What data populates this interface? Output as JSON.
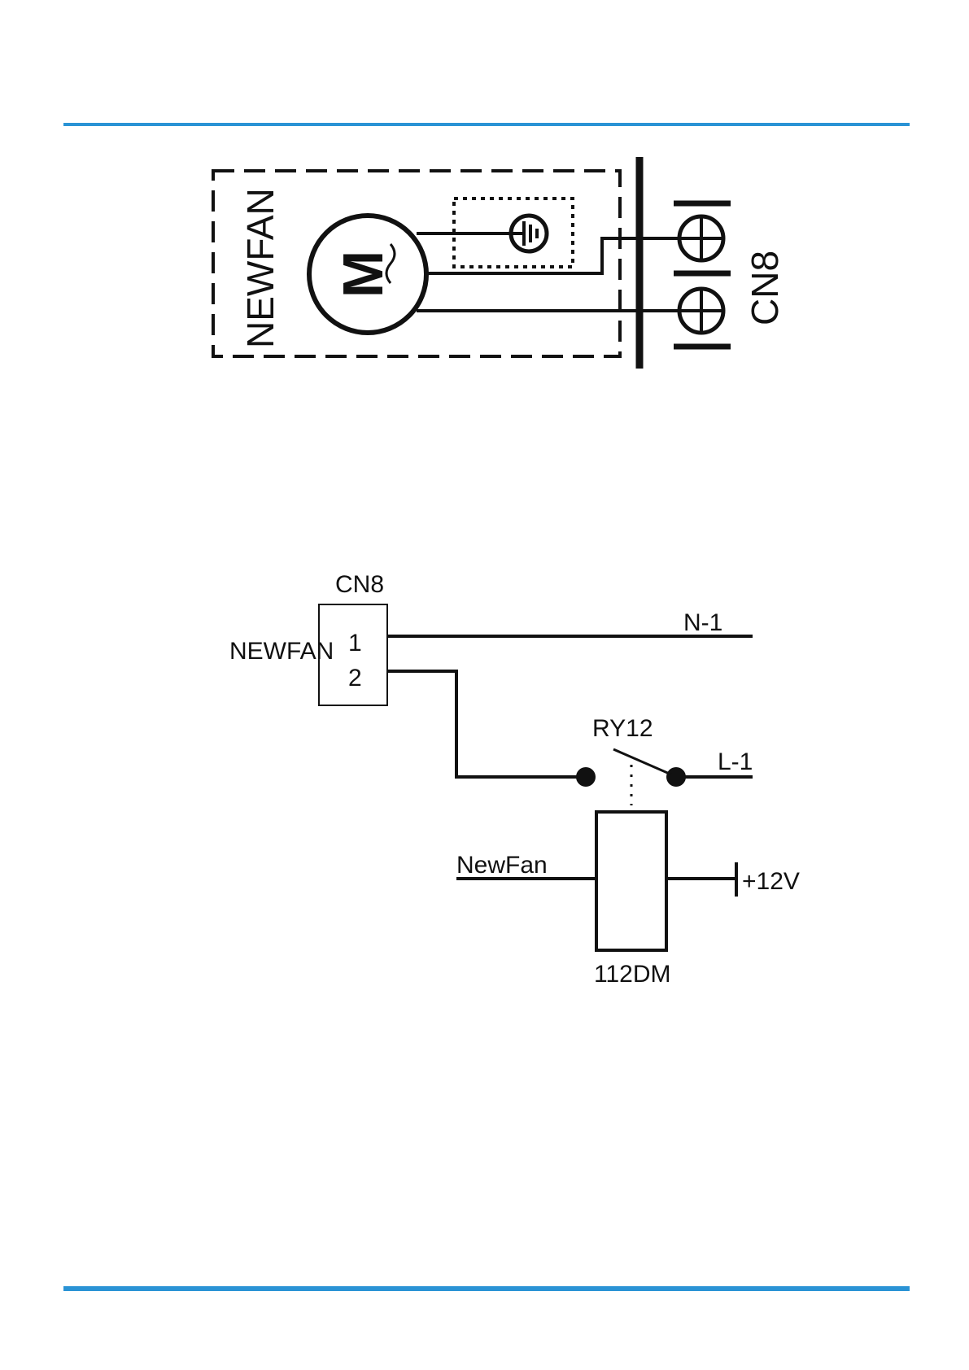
{
  "colors": {
    "rule": "#2a93d5",
    "ink": "#111111"
  },
  "wiring_diagram": {
    "device_label": "NEWFAN",
    "motor_symbol": "M",
    "connector_label": "CN8"
  },
  "schematic": {
    "connector_label": "CN8",
    "load_label": "NEWFAN",
    "pin_1": "1",
    "pin_2": "2",
    "neutral_label": "N-1",
    "live_label": "L-1",
    "relay_label": "RY12",
    "relay_model": "112DM",
    "control_signal": "NewFan",
    "supply_label": "+12V"
  }
}
